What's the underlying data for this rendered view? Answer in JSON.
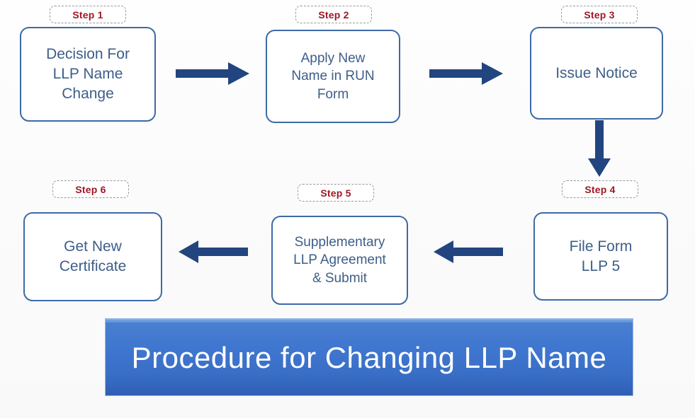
{
  "diagram": {
    "title": "Procedure for Changing LLP Name",
    "background_color": "#fbfbfb",
    "node_border_color": "#3E6AA5",
    "node_text_color": "#3D5E88",
    "step_label_color": "#A01722",
    "arrow_color": "#22457F",
    "banner_color": "#3F76CF",
    "banner_text_color": "#FFFFFF"
  },
  "steps": [
    {
      "label": "Step 1",
      "text": "Decision For LLP Name Change",
      "lines": [
        "Decision For",
        "LLP Name",
        "Change"
      ]
    },
    {
      "label": "Step 2",
      "text": "Apply New Name in RUN Form",
      "lines": [
        "Apply New",
        "Name in RUN",
        "Form"
      ]
    },
    {
      "label": "Step 3",
      "text": "Issue Notice",
      "lines": [
        "Issue Notice"
      ]
    },
    {
      "label": "Step 4",
      "text": "File Form LLP 5",
      "lines": [
        "File Form",
        "LLP 5"
      ]
    },
    {
      "label": "Step 5",
      "text": "Supplementary LLP Agreement & Submit",
      "lines": [
        "Supplementary",
        "LLP Agreement",
        "& Submit"
      ]
    },
    {
      "label": "Step 6",
      "text": "Get New Certificate",
      "lines": [
        "Get New",
        "Certificate"
      ]
    }
  ],
  "connectors": [
    {
      "name": "arrow-step1-to-step2",
      "direction": "right"
    },
    {
      "name": "arrow-step2-to-step3",
      "direction": "right"
    },
    {
      "name": "arrow-step3-to-step4",
      "direction": "down"
    },
    {
      "name": "arrow-step4-to-step5",
      "direction": "left"
    },
    {
      "name": "arrow-step5-to-step6",
      "direction": "left"
    }
  ]
}
